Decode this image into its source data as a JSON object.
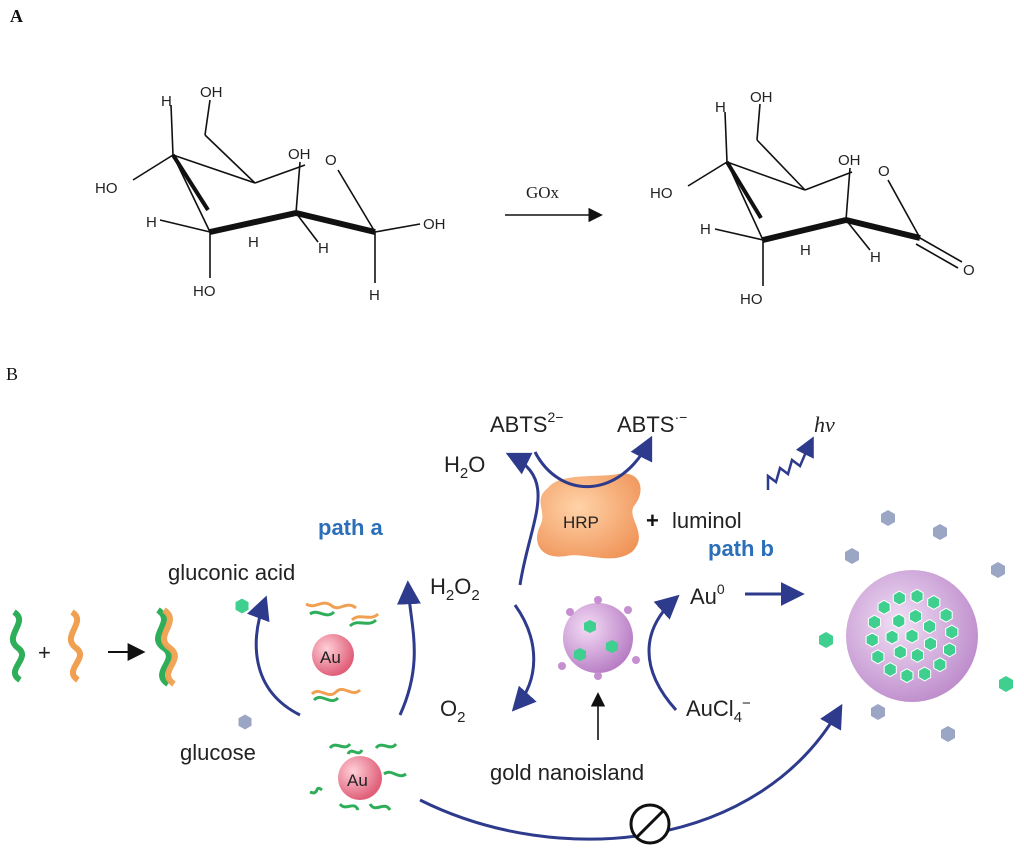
{
  "panels": {
    "a": {
      "label": "A"
    },
    "b": {
      "label": "B"
    }
  },
  "panel_a": {
    "reaction_enzyme": "GOx",
    "atoms": {
      "hydroxyl": "OH",
      "hydroxyl_left": "HO",
      "hydrogen": "H",
      "ring_oxygen": "O"
    }
  },
  "panel_b": {
    "abts_reduced": "ABTS",
    "abts_reduced_charge": "2−",
    "abts_radical": "ABTS",
    "abts_radical_charge": "·−",
    "hv": "hν",
    "water": "H",
    "water_sub": "2",
    "water_end": "O",
    "hrp": "HRP",
    "plus_sign": "+",
    "luminol": "luminol",
    "path_a": "path a",
    "path_b": "path b",
    "gluconic_acid": "gluconic acid",
    "h2o2_main": "H",
    "h2o2_sub1": "2",
    "h2o2_o": "O",
    "h2o2_sub2": "2",
    "au0": "Au",
    "au0_sup": "0",
    "au_particle": "Au",
    "au_particle_2": "Au",
    "o2": "O",
    "o2_sub": "2",
    "aucl4": "AuCl",
    "aucl4_sub": "4",
    "aucl4_sup": "−",
    "glucose": "glucose",
    "gold_nanoisland": "gold nanoisland",
    "dna_plus": "+"
  },
  "colors": {
    "arrow_blue": "#2e3a8c",
    "path_label_blue": "#2a6fb8",
    "hrp_orange": "#f2a870",
    "au_pink": "#e8738a",
    "nanoisland_purple": "#c58fd0",
    "green_hex": "#3fcf8e",
    "gray_hex": "#9aa6c4",
    "dna_green": "#2fae5a",
    "dna_orange": "#f0a050"
  }
}
